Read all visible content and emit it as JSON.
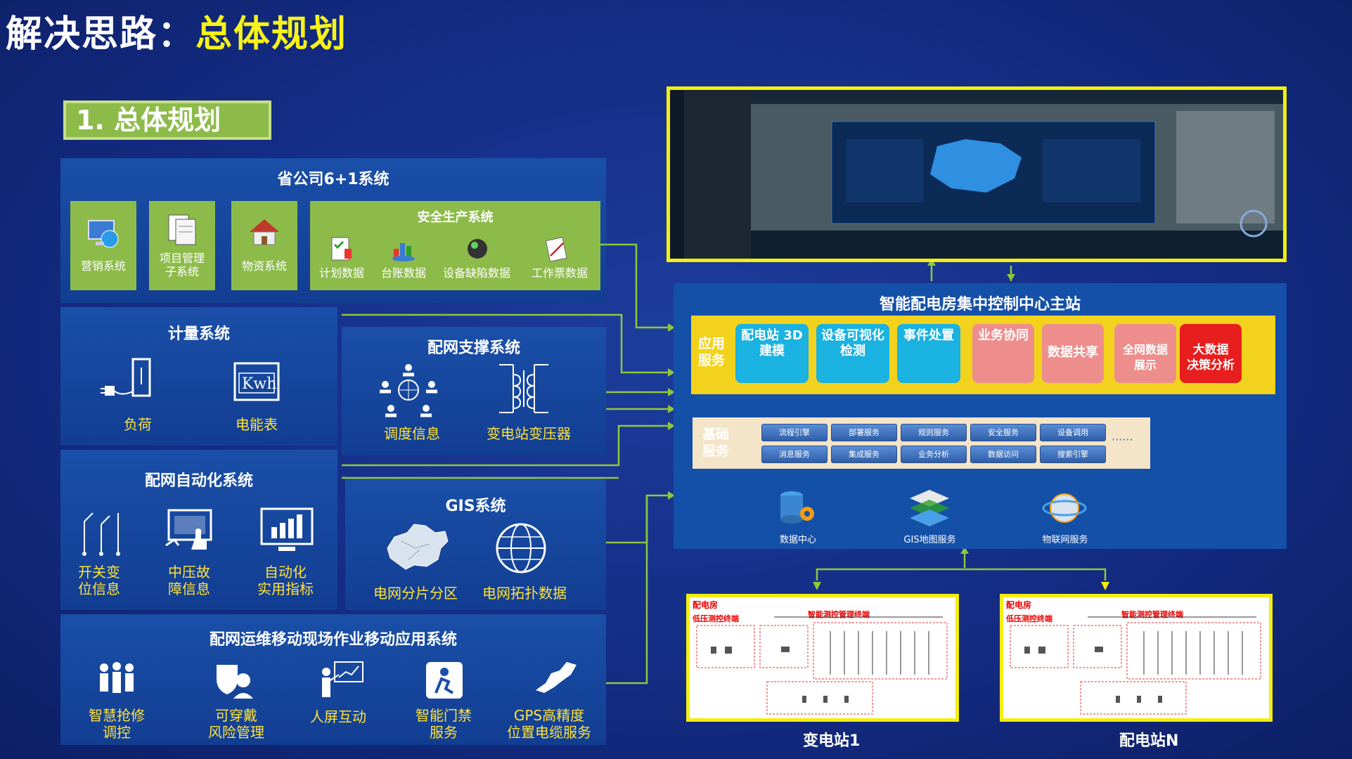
{
  "header": {
    "prefix": "解决思路：",
    "highlight": "总体规划"
  },
  "tab": {
    "label": "1. 总体规划"
  },
  "provincial": {
    "title": "省公司6+1系统",
    "systems": [
      {
        "label": "营销系统",
        "icon": "computer-globe-icon"
      },
      {
        "label": "项目管理\n子系统",
        "icon": "documents-icon"
      },
      {
        "label": "物资系统",
        "icon": "house-icon"
      }
    ],
    "safety": {
      "title": "安全生产系统",
      "items": [
        {
          "label": "计划数据",
          "icon": "checklist-icon"
        },
        {
          "label": "台账数据",
          "icon": "chart-icon"
        },
        {
          "label": "设备缺陷数据",
          "icon": "sphere-icon"
        },
        {
          "label": "工作票数据",
          "icon": "ticket-icon"
        }
      ]
    }
  },
  "metering": {
    "title": "计量系统",
    "items": [
      {
        "label": "负荷",
        "icon": "plug-icon"
      },
      {
        "label": "电能表",
        "icon": "kwh-meter-icon"
      }
    ]
  },
  "support": {
    "title": "配网支撑系统",
    "items": [
      {
        "label": "调度信息",
        "icon": "network-people-icon"
      },
      {
        "label": "变电站变压器",
        "icon": "transformer-icon"
      }
    ]
  },
  "automation": {
    "title": "配网自动化系统",
    "items": [
      {
        "label": "开关变\n位信息",
        "icon": "switch-icon"
      },
      {
        "label": "中压故\n障信息",
        "icon": "touch-screen-icon"
      },
      {
        "label": "自动化\n实用指标",
        "icon": "monitor-chart-icon"
      }
    ]
  },
  "gis": {
    "title": "GIS系统",
    "items": [
      {
        "label": "电网分片分区",
        "icon": "china-map-icon"
      },
      {
        "label": "电网拓扑数据",
        "icon": "globe-network-icon"
      }
    ]
  },
  "mobile": {
    "title": "配网运维移动现场作业移动应用系统",
    "items": [
      {
        "label": "智慧抢修\n调控",
        "icon": "workers-icon"
      },
      {
        "label": "可穿戴\n风险管理",
        "icon": "wearable-shield-icon"
      },
      {
        "label": "人屏互动",
        "icon": "presenter-icon"
      },
      {
        "label": "智能门禁\n服务",
        "icon": "access-badge-icon"
      },
      {
        "label": "GPS高精度\n位置电缆服务",
        "icon": "gps-map-icon"
      }
    ]
  },
  "master": {
    "title": "智能配电房集中控制中心主站",
    "app_label": "应用\n服务",
    "apps": [
      {
        "label": "配电站\n3D建模",
        "color": "#1ab2e0"
      },
      {
        "label": "设备可视化\n检测",
        "color": "#1ab2e0"
      },
      {
        "label": "事件处置",
        "color": "#1ab2e0"
      },
      {
        "label": "业务协同",
        "color": "#ee8e8c"
      },
      {
        "label": "数据共享",
        "color": "#ee8e8c"
      },
      {
        "label": "全网数据\n展示",
        "color": "#ee8e8c"
      },
      {
        "label": "大数据\n决策分析",
        "color": "#e81d1d"
      }
    ],
    "base_label": "基础\n服务",
    "services_row1": [
      "流程引擎",
      "部署服务",
      "规则服务",
      "安全服务",
      "设备调用"
    ],
    "services_row2": [
      "消息服务",
      "集成服务",
      "业务分析",
      "数据访问",
      "搜索引擎"
    ],
    "services_more": "······",
    "bottom": [
      {
        "label": "数据中心",
        "icon": "database-gear-icon"
      },
      {
        "label": "GIS地图服务",
        "icon": "map-layers-icon"
      },
      {
        "label": "物联网服务",
        "icon": "iot-globe-icon"
      }
    ]
  },
  "sites": [
    {
      "name": "变电站1",
      "room": "配电房",
      "left": "低压测控终端",
      "right": "智能测控管理终端"
    },
    {
      "name": "配电站N",
      "room": "配电房",
      "left": "低压测控终端",
      "right": "智能测控管理终端"
    }
  ],
  "colors": {
    "accent_yellow": "#f6f21a",
    "green_box": "#8dbb4a",
    "label_yellow": "#ffe23a"
  }
}
